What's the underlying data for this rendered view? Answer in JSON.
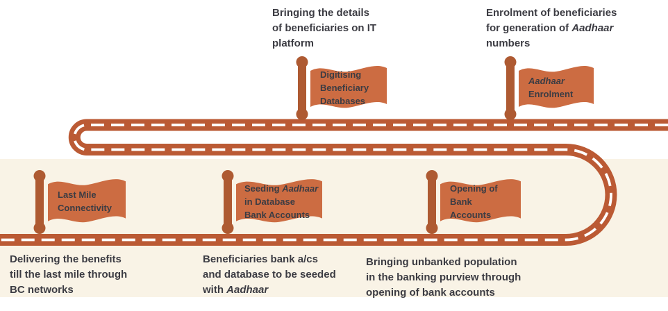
{
  "colors": {
    "road": "#bb5a34",
    "road_dash": "#ffffff",
    "flag": "#cc6c42",
    "pole": "#ae5a32",
    "text": "#3c3c43",
    "background_band": "#f9f3e6"
  },
  "milestones": {
    "digitising": {
      "caption_line1": "Bringing the details",
      "caption_line2": "of beneficiaries on IT",
      "caption_line3": "platform",
      "flag_line1": "Digitising",
      "flag_line2": "Beneficiary",
      "flag_line3": "Databases"
    },
    "aadhaar_enrolment": {
      "caption_line1": "Enrolment of beneficiaries",
      "caption_line2_pre": "for generation of ",
      "caption_line2_italic": "Aadhaar",
      "caption_line3": "numbers",
      "flag_line1_italic": "Aadhaar",
      "flag_line2": "Enrolment"
    },
    "last_mile": {
      "flag_line1": "Last Mile",
      "flag_line2": "Connectivity",
      "caption_line1": "Delivering the benefits",
      "caption_line2": "till the last mile through",
      "caption_line3": "BC networks"
    },
    "seeding": {
      "flag_line1_pre": "Seeding ",
      "flag_line1_italic": "Aadhaar",
      "flag_line2": "in Database",
      "flag_line3": "Bank Accounts",
      "caption_line1": "Beneficiaries bank a/cs",
      "caption_line2": "and database to be seeded",
      "caption_line3_pre": "with ",
      "caption_line3_italic": "Aadhaar"
    },
    "opening": {
      "flag_line1": "Opening of",
      "flag_line2": "Bank",
      "flag_line3": "Accounts",
      "caption_line1": "Bringing unbanked population",
      "caption_line2": "in the banking purview through",
      "caption_line3": "opening of bank accounts"
    }
  }
}
